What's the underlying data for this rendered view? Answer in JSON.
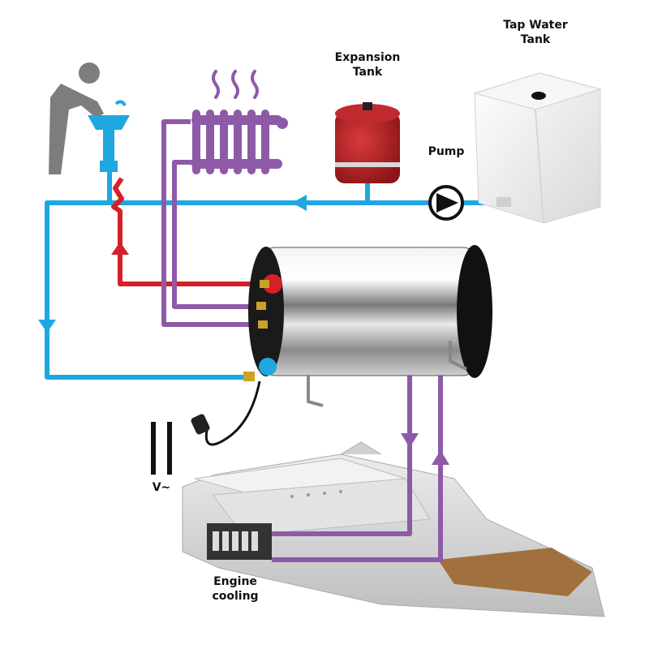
{
  "labels": {
    "tap_water_tank": [
      "Tap Water",
      "Tank"
    ],
    "expansion_tank": [
      "Expansion",
      "Tank"
    ],
    "pump": "Pump",
    "power": "V~",
    "engine_cooling": [
      "Engine",
      "cooling"
    ]
  },
  "colors": {
    "cold_water": "#1ea7e1",
    "hot_water": "#d62027",
    "heating_circuit": "#8e5aa8",
    "person": "#7d7d7d",
    "expansion_tank": "#b52125",
    "boat_hull": "#d9d9d9",
    "boat_deck": "#a0703e"
  },
  "icons": [
    "person-washing-icon",
    "sink-icon",
    "radiator-icon",
    "heat-waves-icon",
    "expansion-tank-icon",
    "pump-icon",
    "tap-water-tank-icon",
    "water-heater-icon",
    "power-plug-icon",
    "yacht-icon",
    "engine-icon"
  ]
}
